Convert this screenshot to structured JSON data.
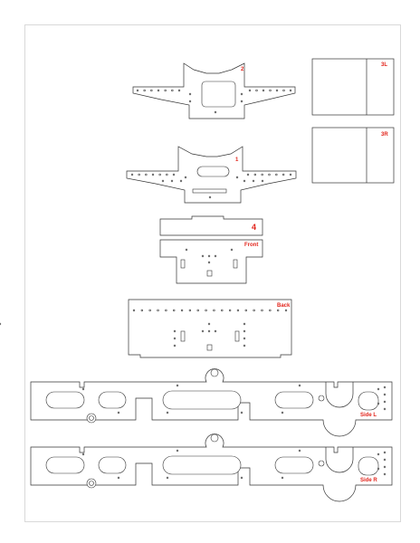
{
  "labels": {
    "part2": "2",
    "part3l": "3L",
    "part3r": "3R",
    "part1": "1",
    "part4": "4",
    "front": "Front",
    "back": "Back",
    "side_l": "Side L",
    "side_r": "Side R"
  },
  "colors": {
    "label": "#e2231a",
    "outline": "#333333",
    "frame": "#d9d9d9",
    "paper": "#ffffff"
  }
}
